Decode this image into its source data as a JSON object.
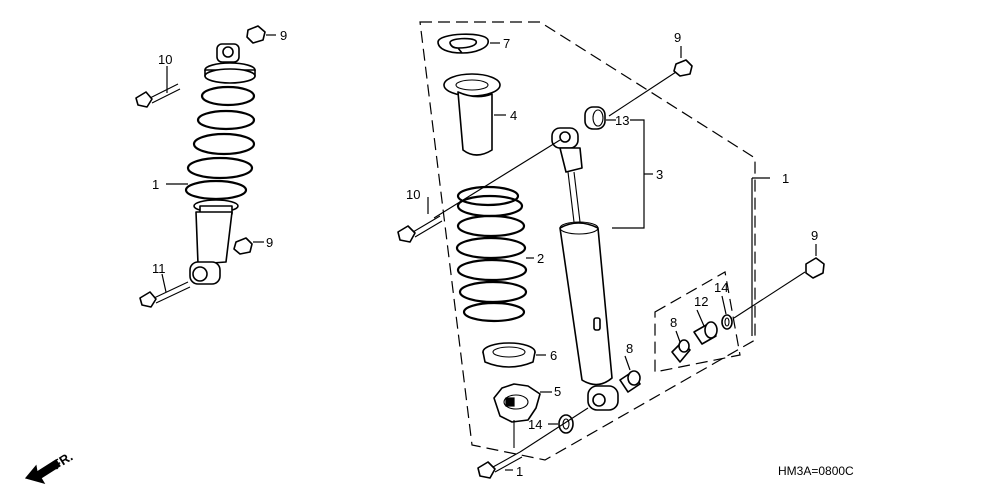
{
  "callouts": {
    "left_nut_top": "9",
    "left_bolt_top": "10",
    "left_assembly": "1",
    "left_nut_bottom": "9",
    "left_bolt_bottom": "11",
    "spring_seat_top": "7",
    "stopper": "4",
    "nut_top_right": "9",
    "bushing_upper": "13",
    "damper": "3",
    "assembly_right": "1",
    "bolt_center": "10",
    "spring": "2",
    "nut_far_right": "9",
    "washer_right": "14",
    "bushing_right": "12",
    "collar_right": "8",
    "collar_lower": "8",
    "seat_lower": "6",
    "adjuster": "5",
    "washer_lower": "14",
    "bolt_bottom": "1"
  },
  "diagram_code": "HM3A=0800C",
  "front_marker": "FR."
}
